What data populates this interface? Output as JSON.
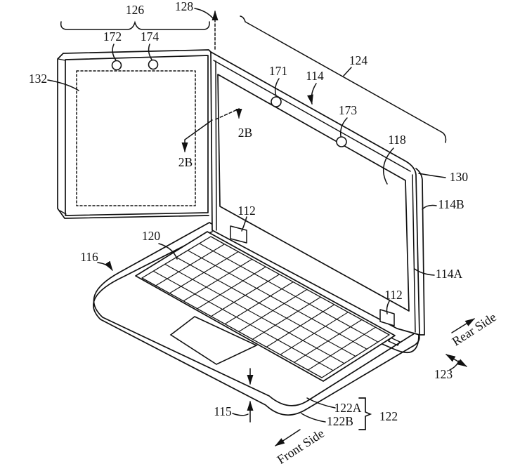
{
  "figure": {
    "kind": "patent-line-drawing",
    "subject": "laptop computer with cover panel, display and base housing",
    "ink_color": "#111111",
    "background": "#ffffff",
    "labels": {
      "l126": "126",
      "l128": "128",
      "l124": "124",
      "l172": "172",
      "l174": "174",
      "l171": "171",
      "l114": "114",
      "l173": "173",
      "l118": "118",
      "l132": "132",
      "l130": "130",
      "l114B": "114B",
      "l114A": "114A",
      "l112a": "112",
      "l112b": "112",
      "l120": "120",
      "l116": "116",
      "l115": "115",
      "l122A": "122A",
      "l122B": "122B",
      "l122": "122",
      "l123": "123",
      "l2b_left": "2B",
      "l2b_right": "2B",
      "rear_side": "Rear Side",
      "front_side": "Front Side"
    }
  }
}
